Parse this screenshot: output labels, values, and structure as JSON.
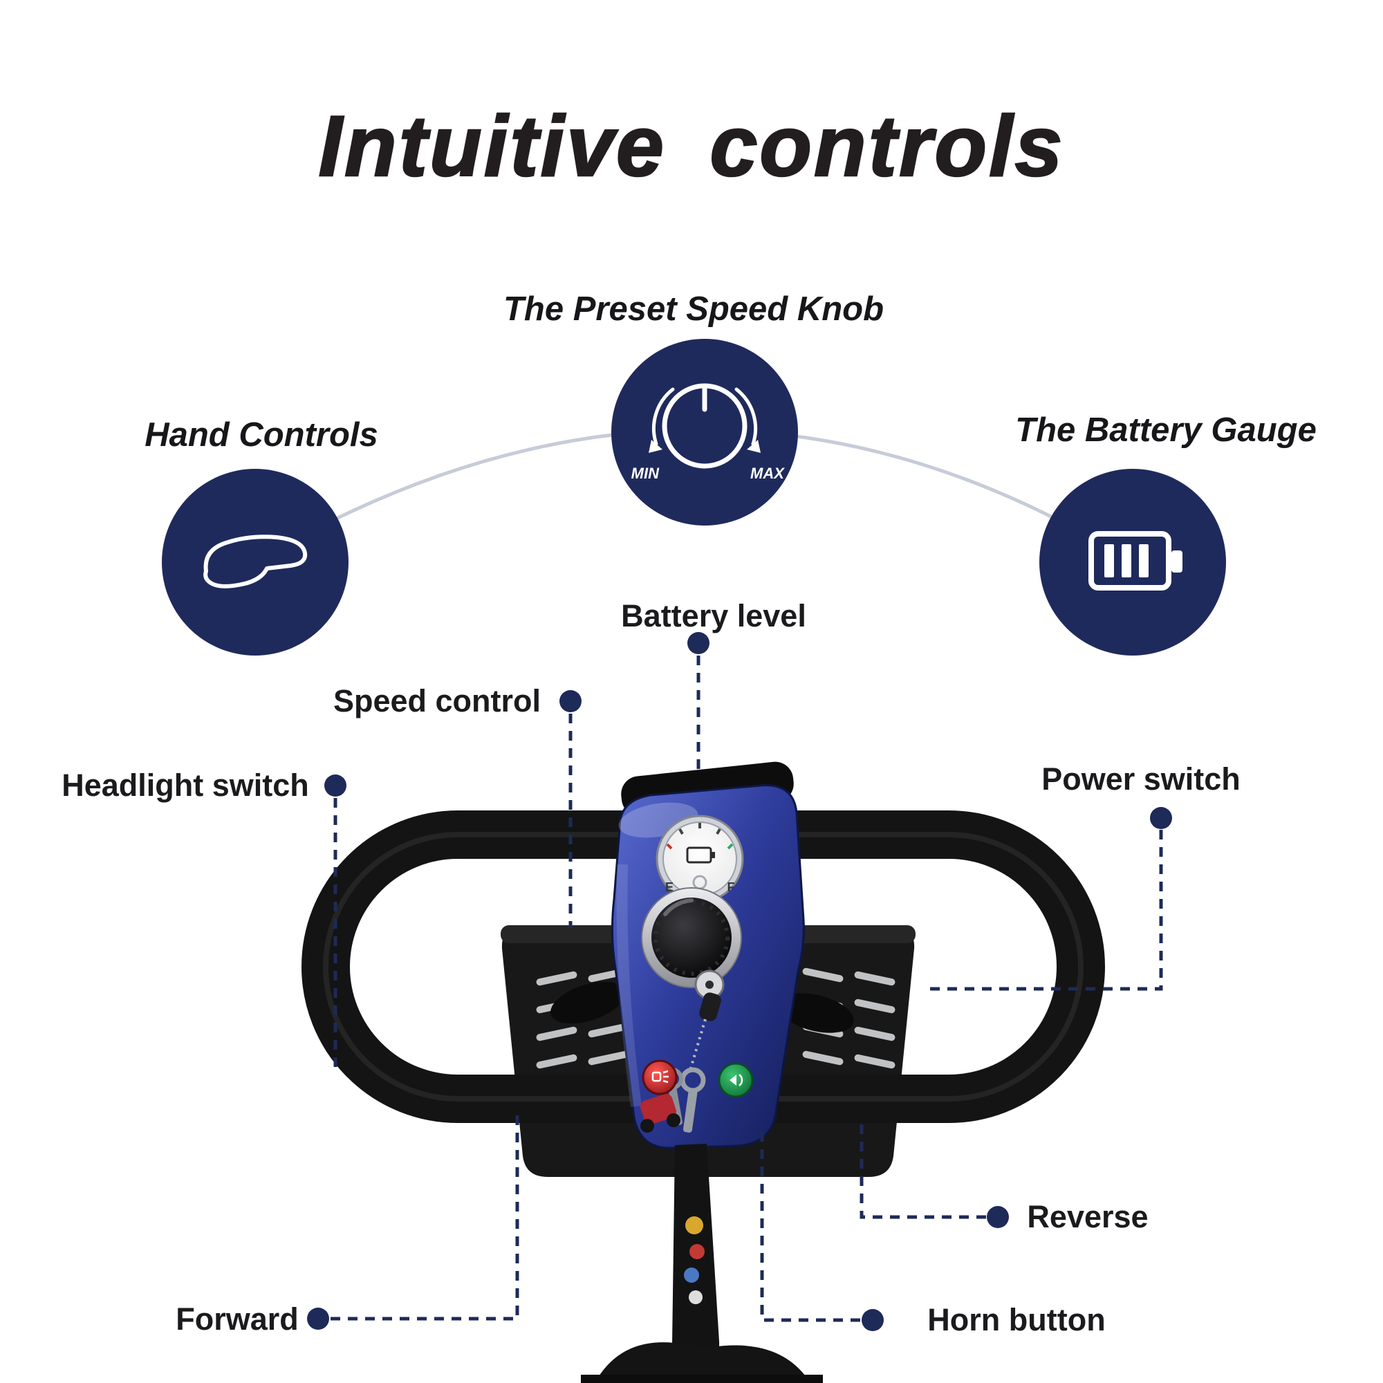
{
  "title": "Intuitive controls",
  "badges": {
    "preset_speed_knob": {
      "label": "The Preset Speed Knob",
      "min_label": "MIN",
      "max_label": "MAX"
    },
    "hand_controls": {
      "label": "Hand Controls"
    },
    "battery_gauge": {
      "label": "The Battery Gauge"
    }
  },
  "callouts": {
    "battery_level": {
      "label": "Battery level"
    },
    "speed_control": {
      "label": "Speed control"
    },
    "headlight_switch": {
      "label": "Headlight switch"
    },
    "power_switch": {
      "label": "Power switch"
    },
    "reverse": {
      "label": "Reverse"
    },
    "forward": {
      "label": "Forward"
    },
    "horn_button": {
      "label": "Horn button"
    }
  },
  "console_gauge": {
    "empty_label": "E",
    "full_label": "F"
  },
  "colors": {
    "badge_navy": "#1f2a5c",
    "callout_navy": "#1e2a58",
    "arc_gray": "#c6ccd8",
    "console_blue": "#2e3c9c",
    "title_color": "#221e1f",
    "headlight_button_red": "#c0272d",
    "horn_button_green": "#1a9a4a"
  }
}
